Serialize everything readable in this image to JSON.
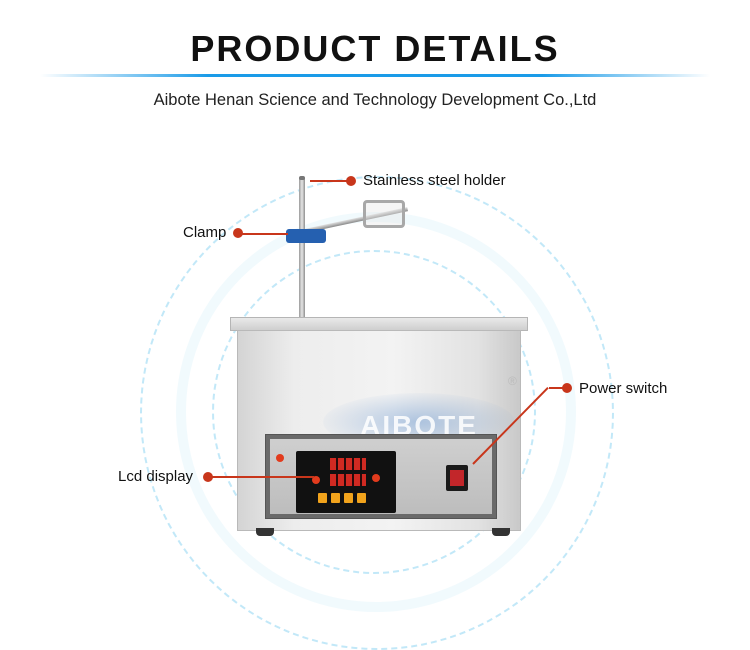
{
  "header": {
    "title": "PRODUCT DETAILS",
    "subtitle": "Aibote Henan Science and Technology Development Co.,Ltd"
  },
  "product": {
    "logo_text": "AIBOTE",
    "registered_mark": "®"
  },
  "callouts": {
    "holder": "Stainless steel holder",
    "clamp": "Clamp",
    "power_switch": "Power switch",
    "lcd_display": "Lcd display"
  },
  "colors": {
    "accent_rule": "#1a9be8",
    "callout": "#c8361b"
  }
}
